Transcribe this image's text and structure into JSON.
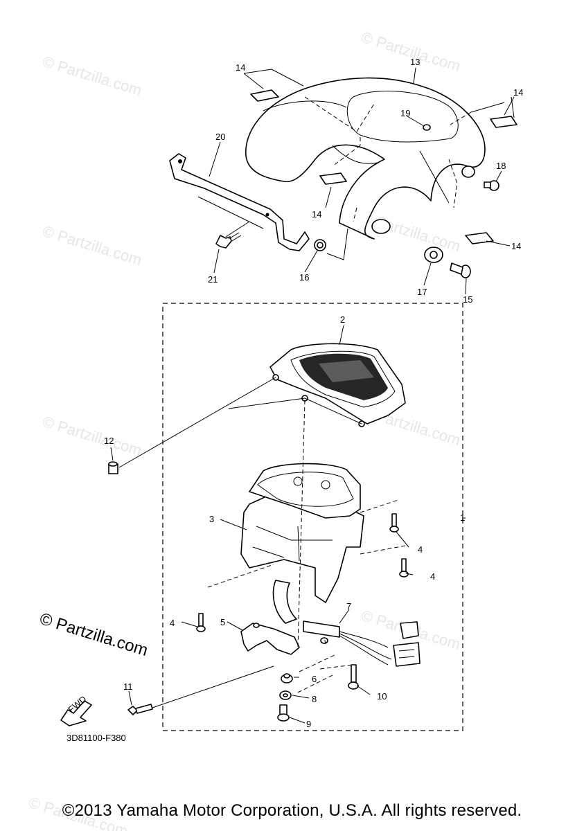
{
  "watermark": "© Partzilla.com",
  "logo_text": "© Partzilla.com",
  "diagram_code": "3D81100-F380",
  "fwd_label": "FWD",
  "copyright": "©2013 Yamaha Motor Corporation, U.S.A. All rights reserved.",
  "callouts": {
    "c1": "1",
    "c2": "2",
    "c3": "3",
    "c4a": "4",
    "c4b": "4",
    "c4c": "4",
    "c5": "5",
    "c6": "6",
    "c7": "7",
    "c8": "8",
    "c9": "9",
    "c10": "10",
    "c11": "11",
    "c12": "12",
    "c13": "13",
    "c14a": "14",
    "c14b": "14",
    "c14c": "14",
    "c14d": "14",
    "c15": "15",
    "c16": "16",
    "c17": "17",
    "c18": "18",
    "c19": "19",
    "c20": "20",
    "c21": "21"
  }
}
